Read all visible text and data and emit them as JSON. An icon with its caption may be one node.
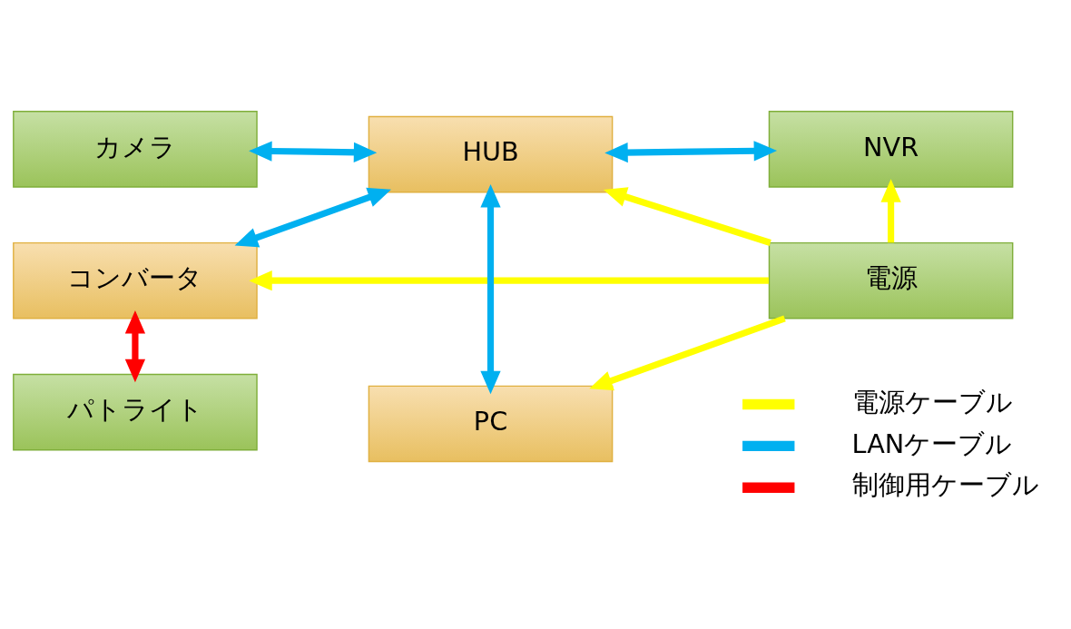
{
  "diagram": {
    "nodes": [
      {
        "text": [
          "カメラ"
        ]
      },
      {
        "text": [
          "パトライト"
        ]
      },
      {
        "text": [
          "コンバータ"
        ]
      },
      {
        "text": [
          "HUB"
        ]
      },
      {
        "text": [
          "PC"
        ]
      },
      {
        "text": [
          "NVR"
        ]
      },
      {
        "text": [
          "電源"
        ]
      }
    ],
    "edges": [
      {
        "from": 0,
        "to": 3,
        "arrow": "both",
        "color": "#00b0f0"
      },
      {
        "from": 2,
        "to": 3,
        "arrow": "both",
        "color": "#00b0f0"
      },
      {
        "from": 1,
        "to": 2,
        "arrow": "both",
        "color": "#ff0000"
      },
      {
        "from": 3,
        "to": 4,
        "arrow": "both",
        "color": "#00b0f0"
      },
      {
        "from": 3,
        "to": 5,
        "arrow": "both",
        "color": "#00b0f0"
      },
      {
        "from": 6,
        "to": 3,
        "arrow": "to",
        "color": "#ffff00"
      },
      {
        "from": 6,
        "to": 4,
        "arrow": "to",
        "color": "#ffff00"
      },
      {
        "from": 6,
        "to": 5,
        "arrow": "to",
        "color": "#ffff00"
      },
      {
        "from": 6,
        "to": 2,
        "arrow": "to",
        "color": "#ffff00"
      }
    ],
    "legend": [
      {
        "text": "電源ケーブル",
        "color": "#ffff00"
      },
      {
        "text": "LANケーブル",
        "color": "#00b0f0"
      },
      {
        "text": "制御用ケーブル",
        "color": "#ff0000"
      }
    ]
  }
}
